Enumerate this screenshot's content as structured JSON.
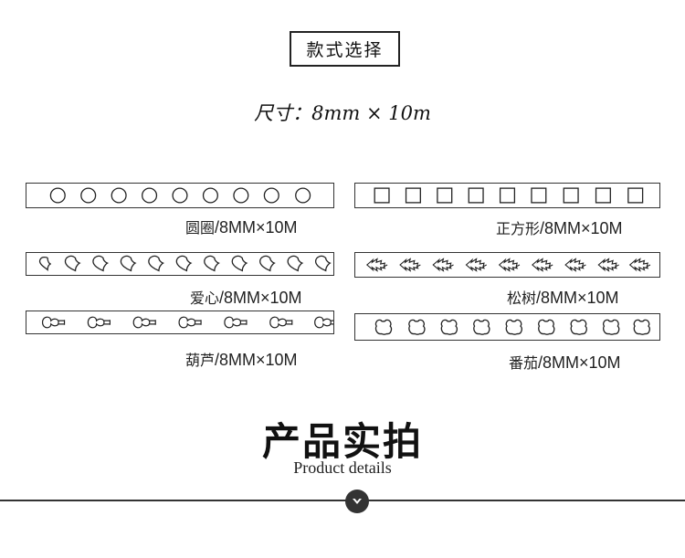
{
  "header": {
    "title": "款式选择",
    "size_text": "尺寸：8mm × 10m"
  },
  "styles": [
    {
      "id": "circle",
      "name": "圆圈",
      "spec": "/8MM×10M",
      "shape": "circle"
    },
    {
      "id": "square",
      "name": "正方形",
      "spec": "/8MM×10M",
      "shape": "square"
    },
    {
      "id": "heart",
      "name": "爱心",
      "spec": "/8MM×10M",
      "shape": "heart"
    },
    {
      "id": "pine",
      "name": "松树",
      "spec": "/8MM×10M",
      "shape": "pine-tree"
    },
    {
      "id": "gourd",
      "name": "葫芦",
      "spec": "/8MM×10M",
      "shape": "gourd"
    },
    {
      "id": "tomato",
      "name": "番茄",
      "spec": "/8MM×10M",
      "shape": "tomato"
    }
  ],
  "product": {
    "title": "产品实拍",
    "subtitle": "Product details"
  },
  "icons": {
    "section_toggle": "chevron-down-icon"
  }
}
